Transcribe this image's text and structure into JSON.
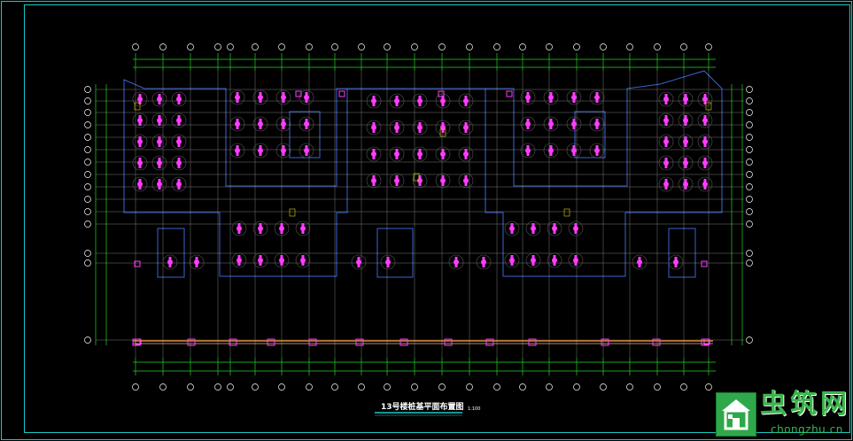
{
  "drawing": {
    "title": "13号楼桩基平面布置图",
    "scale": "1:100"
  },
  "watermark": {
    "name": "虫筑网",
    "url": "chongzhu.cn"
  },
  "colors": {
    "background": "#000000",
    "frame": "#18c8c8",
    "wall_outline": "#3c64d2",
    "grid_line": "#ffffff",
    "dimension": "#22d422",
    "pile": "#ff3cff",
    "beam_red": "#ff3030",
    "beam_yellow": "#e6d200",
    "text_yellow": "#ffd200"
  }
}
